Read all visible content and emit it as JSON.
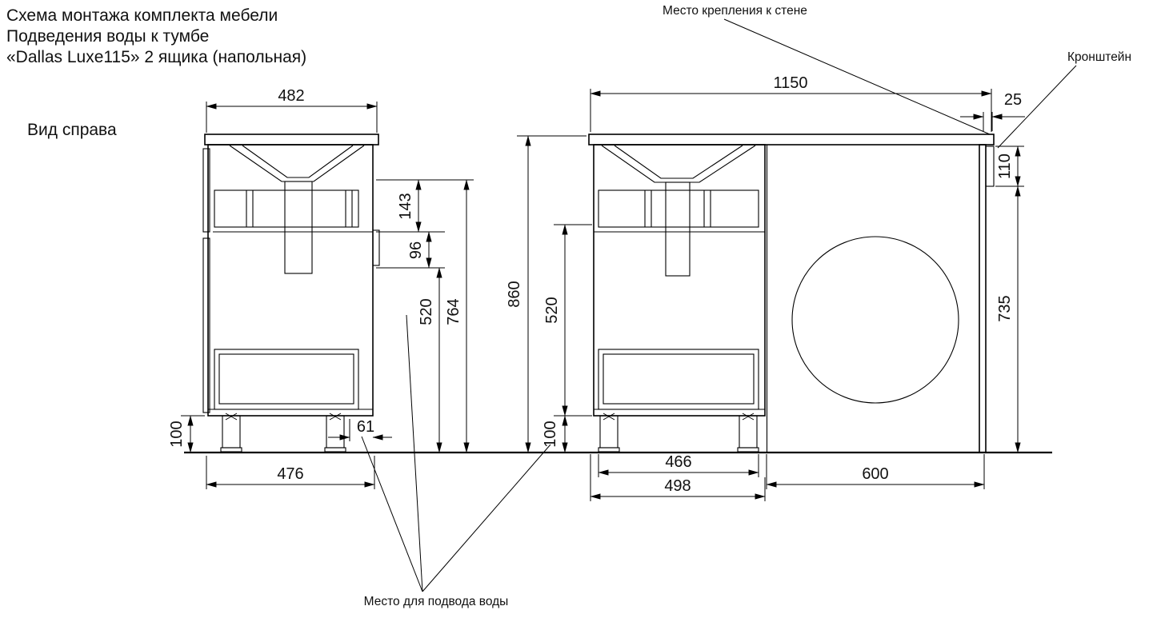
{
  "title": {
    "line1": "Схема монтажа комплекта мебели",
    "line2": "Подведения воды к тумбе",
    "line3": "«Dallas Luxe115» 2 ящика (напольная)"
  },
  "labels": {
    "view_right": "Вид справа",
    "wall_mount": "Место крепления к стене",
    "bracket": "Кронштейн",
    "water_supply": "Место для подвода воды"
  },
  "side_view": {
    "top_width": "482",
    "height_143": "143",
    "height_96": "96",
    "height_520": "520",
    "height_764": "764",
    "leg_height": "100",
    "offset_61": "61",
    "bottom_width": "476"
  },
  "front_view": {
    "top_width": "1150",
    "overhang": "25",
    "bracket_drop": "110",
    "total_height": "860",
    "drawer_height": "520",
    "leg_height": "100",
    "panel_height": "735",
    "inner_width": "466",
    "cabinet_width": "498",
    "machine_width": "600"
  }
}
